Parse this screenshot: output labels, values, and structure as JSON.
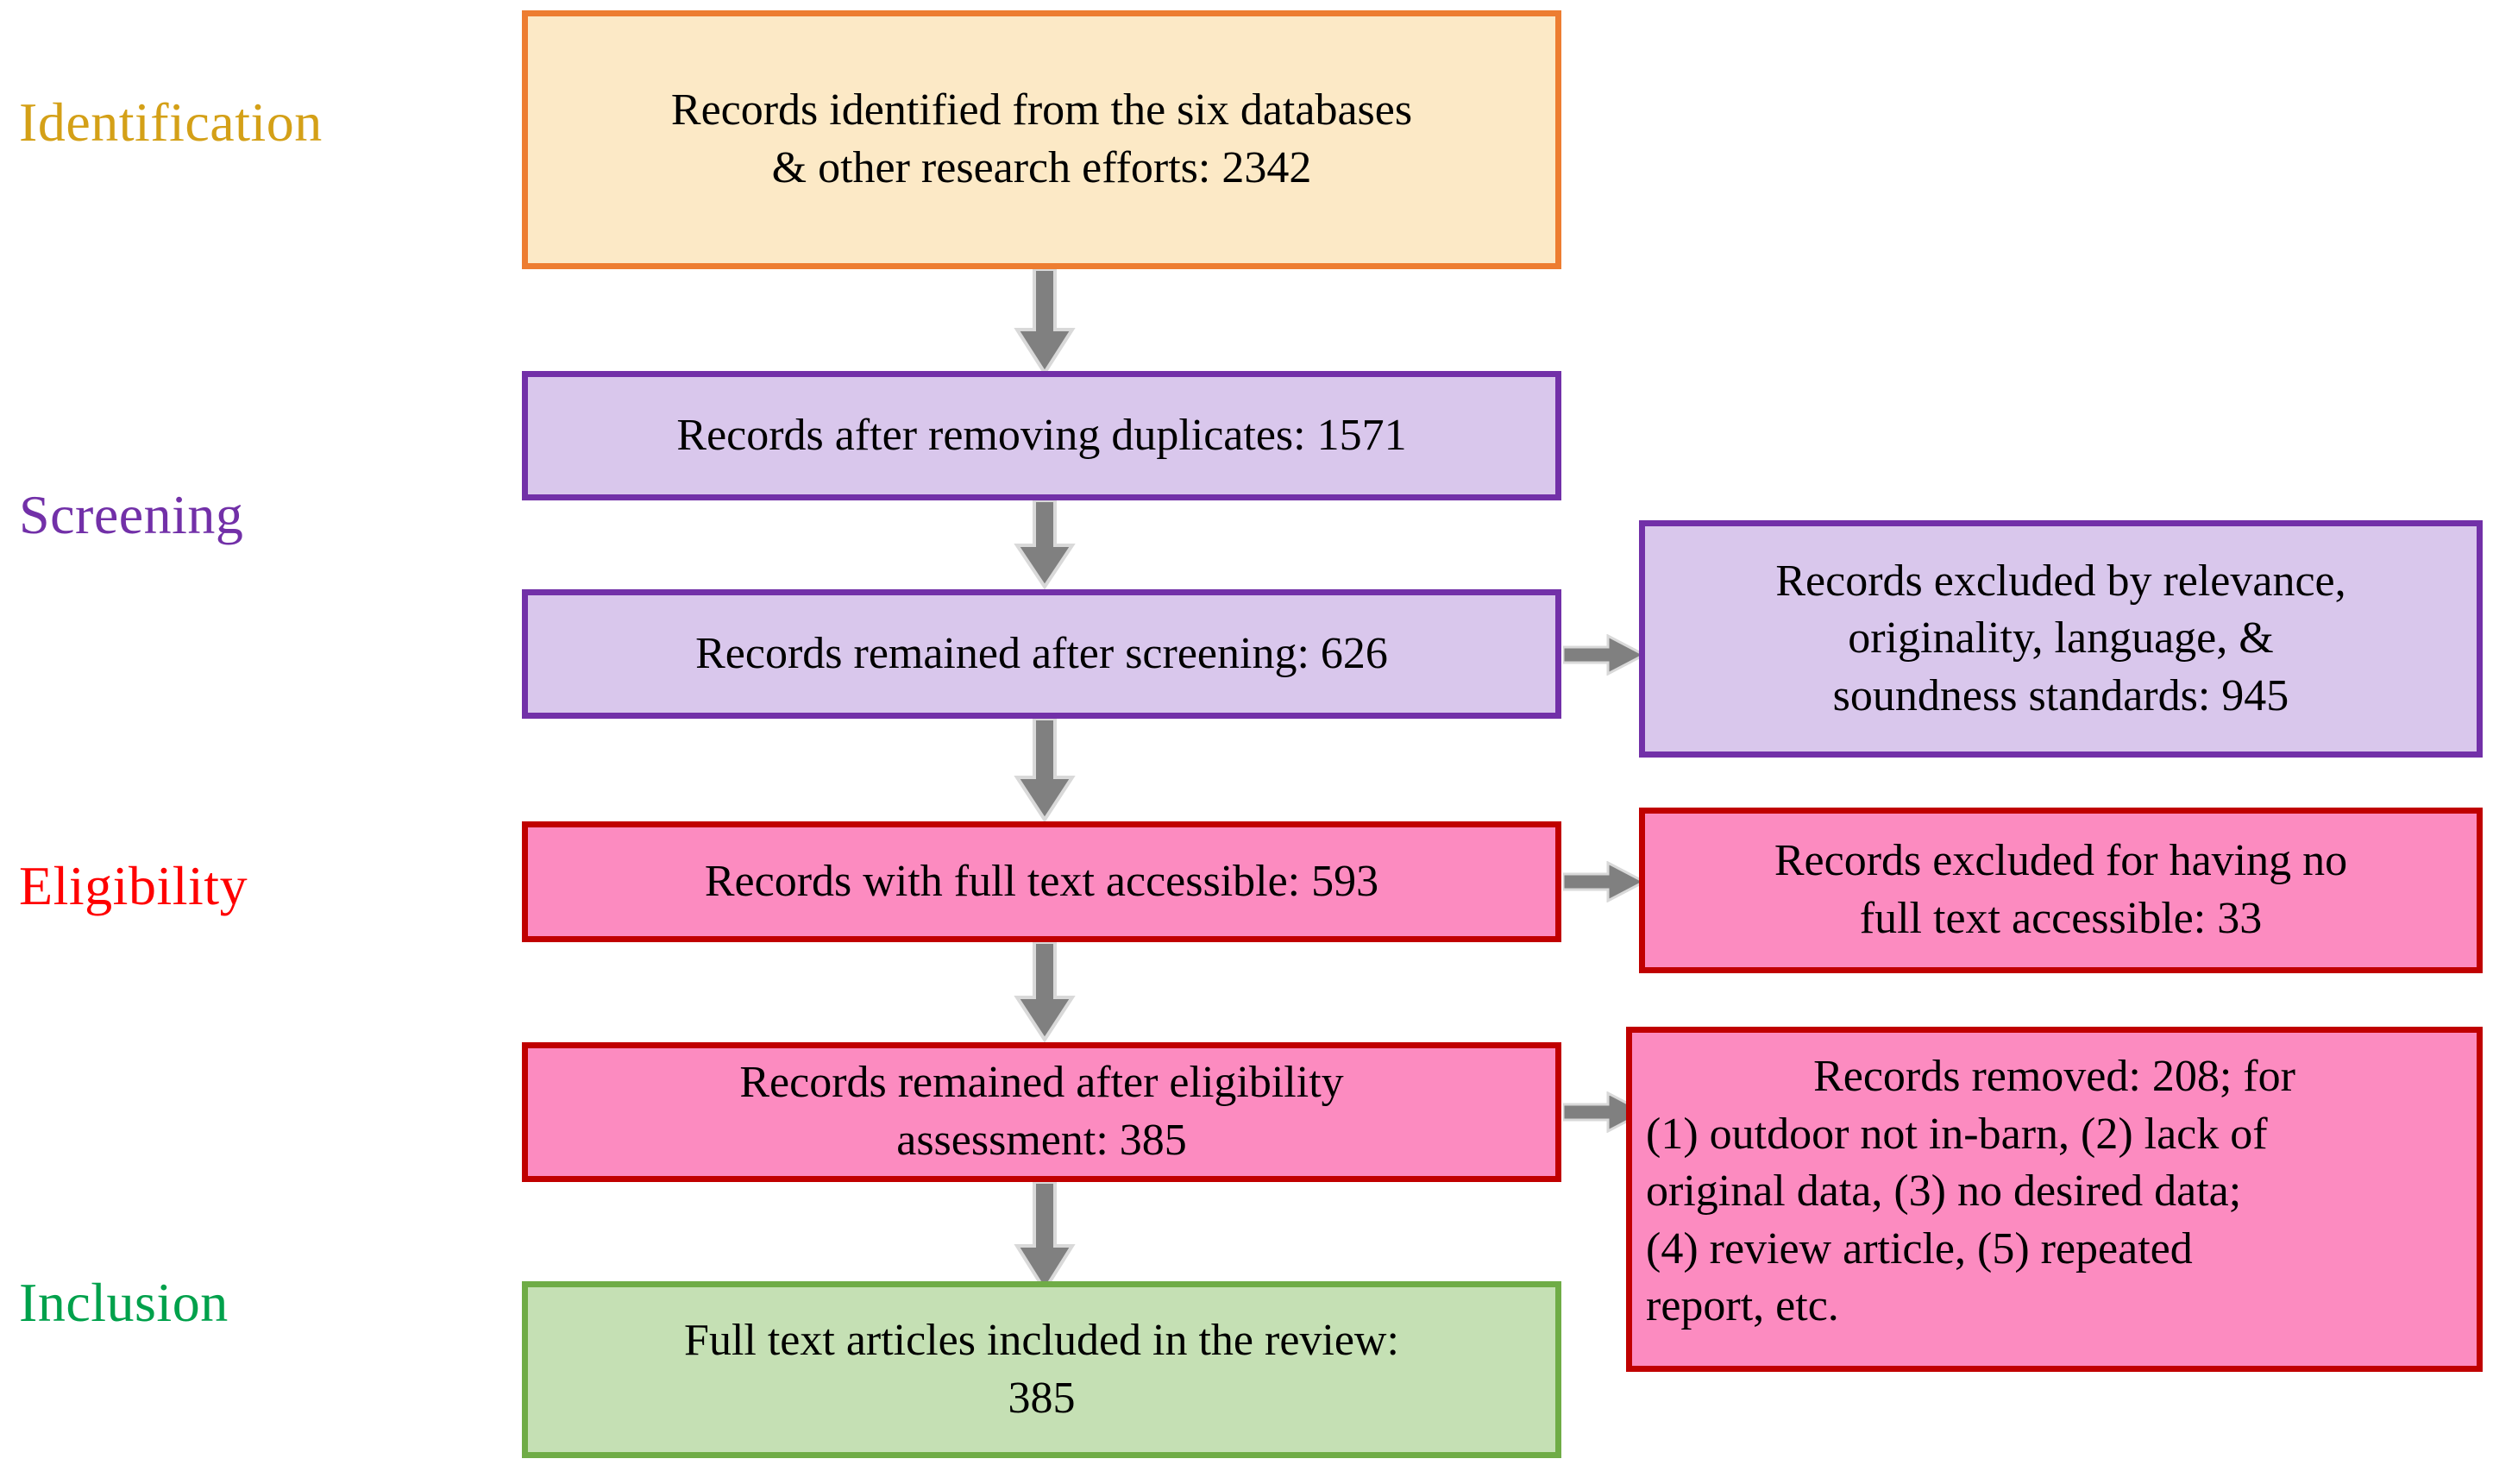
{
  "diagram": {
    "type": "prisma-flow-diagram",
    "title": "PRISMA flow diagram of records screening and selection"
  },
  "colors": {
    "identification_border": "#ED7D31",
    "identification_fill": "#FCE9C6",
    "identification_label": "#D4A017",
    "screening_border": "#7230A8",
    "screening_fill": "#D9C7EC",
    "screening_label": "#7230A8",
    "eligibility_border": "#C00000",
    "eligibility_fill": "#FC8BC0",
    "eligibility_label": "#FF0000",
    "inclusion_border": "#6FAC46",
    "inclusion_fill": "#C5E0B4",
    "inclusion_label": "#00A14B",
    "arrow": "#808080",
    "text": "#000000"
  },
  "stages": [
    {
      "id": "identification",
      "label": "Identification"
    },
    {
      "id": "screening",
      "label": "Screening"
    },
    {
      "id": "eligibility",
      "label": "Eligibility"
    },
    {
      "id": "inclusion",
      "label": "Inclusion"
    }
  ],
  "boxes": {
    "identified": {
      "line1": "Records identified from the six databases",
      "line2": "& other research efforts: 2342",
      "count": 2342
    },
    "after_duplicates": {
      "line1": "Records after removing duplicates: 1571",
      "count": 1571
    },
    "after_screening": {
      "line1": "Records remained after screening: 626",
      "count": 626
    },
    "excluded_screening": {
      "line1": "Records excluded by relevance,",
      "line2": "originality, language, &",
      "line3": "soundness standards: 945",
      "count": 945
    },
    "full_text_accessible": {
      "line1": "Records with full text accessible: 593",
      "count": 593
    },
    "excluded_no_full_text": {
      "line1": "Records excluded for having no",
      "line2": "full text accessible: 33",
      "count": 33
    },
    "after_eligibility": {
      "line1": "Records remained after eligibility",
      "line2": "assessment: 385",
      "count": 385
    },
    "removed_reasons": {
      "line1": "Records removed: 208; for",
      "line2": "(1) outdoor not in-barn, (2) lack of",
      "line3": "original data, (3) no desired data;",
      "line4": "(4) review article, (5) repeated",
      "line5": "report, etc.",
      "count": 208
    },
    "included": {
      "line1": "Full text articles included in the review:",
      "line2": "385",
      "count": 385
    }
  }
}
